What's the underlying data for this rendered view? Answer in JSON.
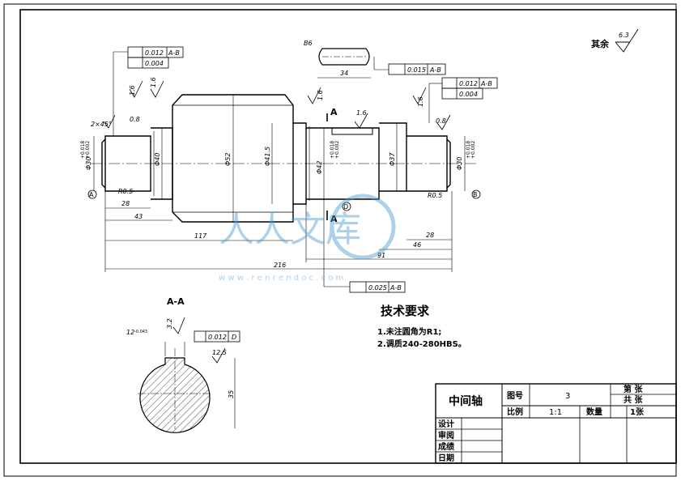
{
  "surface_finish": {
    "label": "其余",
    "value": "6.3"
  },
  "dims": {
    "d_300": "Φ30",
    "d_40": "Φ40",
    "d_52": "Φ52",
    "d_41": "Φ41.5",
    "d_37": "Φ37",
    "d_hub": "Φ42",
    "len_28a": "28",
    "len_43": "43",
    "len_117": "117",
    "len_216": "216",
    "len_91": "91",
    "len_46": "46",
    "len_28b": "28",
    "len_34": "34",
    "chamfer": "2×45°",
    "r05a": "R0.5",
    "r05b": "R0.5",
    "b6": "B6",
    "tol_pos": "+0.018",
    "tol_neg": "+0.002",
    "roughness_08a": "0.8",
    "roughness_16a": "1.6",
    "roughness_16b": "1.6",
    "roughness_16c": "1.6",
    "roughness_16d": "1.6",
    "roughness_08b": "0.8",
    "roughness_16e": "1.6",
    "roughness_32": "3.2",
    "roughness_125": "12.5",
    "section_depth": "35",
    "section_width": "12",
    "section_tol": "-0.043"
  },
  "tolerance_frames": {
    "left_runout": {
      "value": "0.012",
      "datum": "A-B"
    },
    "left_cyl": {
      "value": "0.004"
    },
    "key_runout": {
      "value": "0.015",
      "datum": "A-B"
    },
    "right_runout": {
      "value": "0.012",
      "datum": "A-B"
    },
    "right_cyl": {
      "value": "0.004"
    },
    "bottom_runout": {
      "value": "0.025",
      "datum": "A-B"
    },
    "section_sym": {
      "value": "0.012",
      "datum": "D"
    }
  },
  "datums": {
    "a": "A",
    "b": "B",
    "d": "D"
  },
  "section_marks": {
    "top": "A",
    "bottom": "A",
    "view": "A-A"
  },
  "watermark": {
    "text": "人人文库",
    "url": "w w w . r e n r e n d o c . c o m"
  },
  "requirements": {
    "title": "技术要求",
    "items": [
      "1.未注圆角为R1;",
      "2.调质240-280HBS。"
    ]
  },
  "title_block": {
    "part_name": "中间轴",
    "drawing_no_label": "图号",
    "drawing_no": "3",
    "sheet_label_1": "第   张",
    "sheet_label_2": "共   张",
    "scale_label": "比例",
    "scale": "1:1",
    "qty_label": "数量",
    "qty": "1张",
    "design": "设计",
    "drafting": "审阅",
    "grade": "成绩",
    "date": "日期"
  }
}
